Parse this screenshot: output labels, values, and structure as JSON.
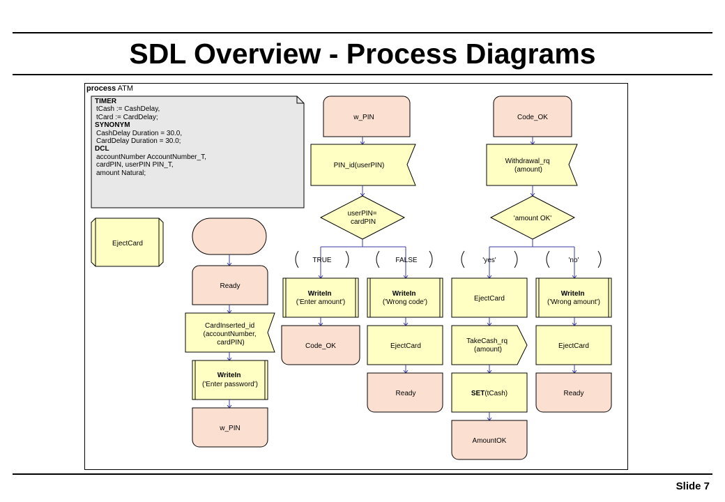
{
  "title": "SDL Overview - Process Diagrams",
  "slide_number": "Slide 7",
  "process": {
    "keyword": "process",
    "name": "ATM"
  },
  "declarations": {
    "timer_kw": "TIMER",
    "timer_lines": [
      "tCash := CashDelay,",
      "tCard := CardDelay;"
    ],
    "synonym_kw": "SYNONYM",
    "synonym_lines": [
      "CashDelay Duration = 30.0,",
      "CardDelay Duration = 30.0;"
    ],
    "dcl_kw": "DCL",
    "dcl_lines": [
      "accountNumber AccountNumber_T,",
      "cardPIN, userPIN PIN_T,",
      "amount Natural;"
    ]
  },
  "procedure": "EjectCard",
  "start_flow": {
    "state_ready": "Ready",
    "input": [
      "CardInserted_id",
      "(accountNumber,",
      "cardPIN)"
    ],
    "task": {
      "kw": "WriteIn",
      "arg": "('Enter password')"
    },
    "next_state": "w_PIN"
  },
  "pin_flow": {
    "state": "w_PIN",
    "input": "PIN_id(userPIN)",
    "decision": [
      "userPIN=",
      "cardPIN"
    ],
    "answers": [
      "TRUE",
      "FALSE"
    ],
    "true_task": {
      "kw": "WriteIn",
      "arg": "('Enter amount')"
    },
    "true_state": "Code_OK",
    "false_task": {
      "kw": "WriteIn",
      "arg": "('Wrong code')"
    },
    "false_call": "EjectCard",
    "false_state": "Ready"
  },
  "code_flow": {
    "state": "Code_OK",
    "input": [
      "Withdrawal_rq",
      "(amount)"
    ],
    "decision": "'amount OK'",
    "answers": [
      "'yes'",
      "'no'"
    ],
    "yes_call": "EjectCard",
    "yes_output": [
      "TakeCash_rq",
      "(amount)"
    ],
    "yes_set": {
      "kw": "SET",
      "arg": "(tCash)"
    },
    "yes_state": "AmountOK",
    "no_task": {
      "kw": "WriteIn",
      "arg": "('Wrong amount')"
    },
    "no_call": "EjectCard",
    "no_state": "Ready"
  },
  "colors": {
    "state_fill": "#fbe0d2",
    "action_fill": "#ffffc3",
    "decl_fill": "#e8e8e8",
    "connector": "#3a3aa0"
  }
}
